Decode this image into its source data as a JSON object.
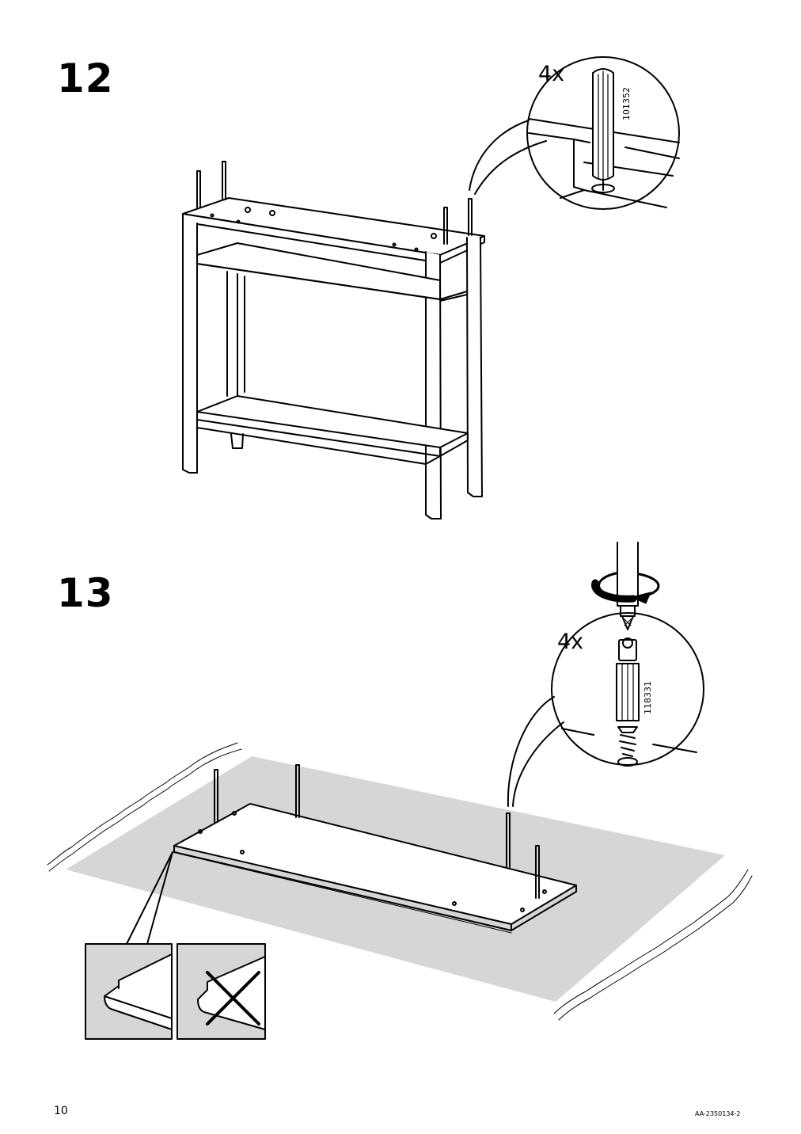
{
  "steps": [
    {
      "number": "12",
      "quantity": "4x",
      "part_number": "101352"
    },
    {
      "number": "13",
      "quantity": "4x",
      "part_number": "118331"
    }
  ],
  "footer": {
    "page_number": "10",
    "document_code": "AA-2350134-2"
  },
  "icons": [
    "wooden-dowel-icon",
    "cam-lock-bolt-icon",
    "screwdriver-icon",
    "rotate-arrow-icon",
    "incorrect-cross-icon"
  ]
}
